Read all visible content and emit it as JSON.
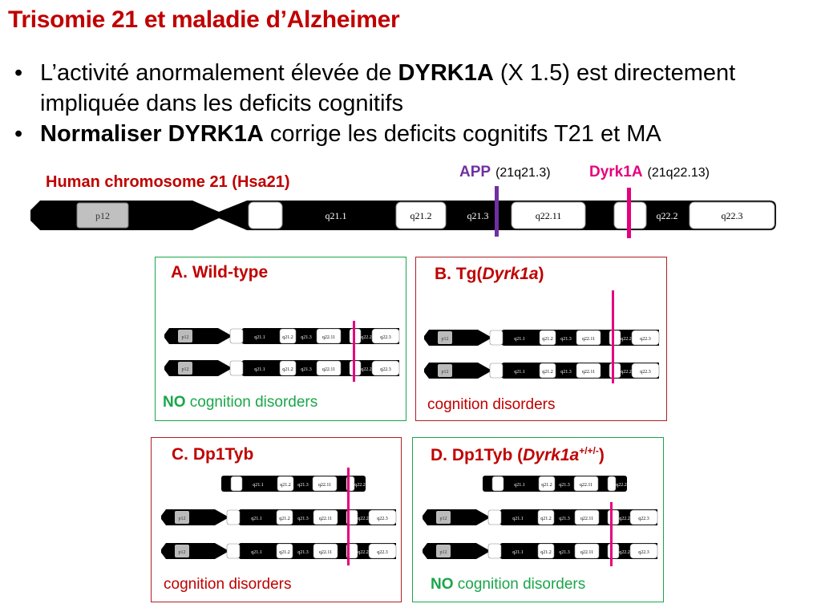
{
  "title": "Trisomie 21 et maladie d’Alzheimer",
  "bullets": [
    {
      "pre": "L’activité anormalement élevée de ",
      "bold": "DYRK1A",
      "post": " (X 1.5) est directement impliquée dans les deficits cognitifs"
    },
    {
      "pre": "",
      "bold": "Normaliser DYRK1A",
      "post": " corrige les deficits cognitifs T21 et MA"
    }
  ],
  "chromosome": {
    "label": "Human chromosome 21 (Hsa21)",
    "bands": [
      "p12",
      "q21.1",
      "q21.2",
      "q21.3",
      "q22.11",
      "q22.2",
      "q22.3"
    ],
    "app_gene": "APP",
    "app_locus": "(21q21.3)",
    "dyrk_gene": "Dyrk1A",
    "dyrk_locus": "(21q22.13)"
  },
  "panels": {
    "a": {
      "title": "A. Wild-type",
      "note_bold": "NO",
      "note": " cognition disorders"
    },
    "b": {
      "title_pre": "B. Tg(",
      "title_it": "Dyrk1a",
      "title_post": ")",
      "note": "cognition disorders"
    },
    "c": {
      "title": "C. Dp1Tyb",
      "note": "cognition disorders"
    },
    "d": {
      "title_pre": "D. Dp1Tyb (",
      "title_it": "Dyrk1a",
      "title_sup": "+/+/-",
      "title_post": ")",
      "note_bold": "NO",
      "note": " cognition disorders"
    }
  },
  "mini_bands": [
    "p12",
    "q21.1",
    "q21.2",
    "q21.3",
    "q22.11",
    "q22.2",
    "q22.3"
  ],
  "colors": {
    "title_red": "#c00000",
    "app_purple": "#7030a0",
    "dyrk_pink": "#e6007e",
    "ok_green": "#1aa64a"
  }
}
